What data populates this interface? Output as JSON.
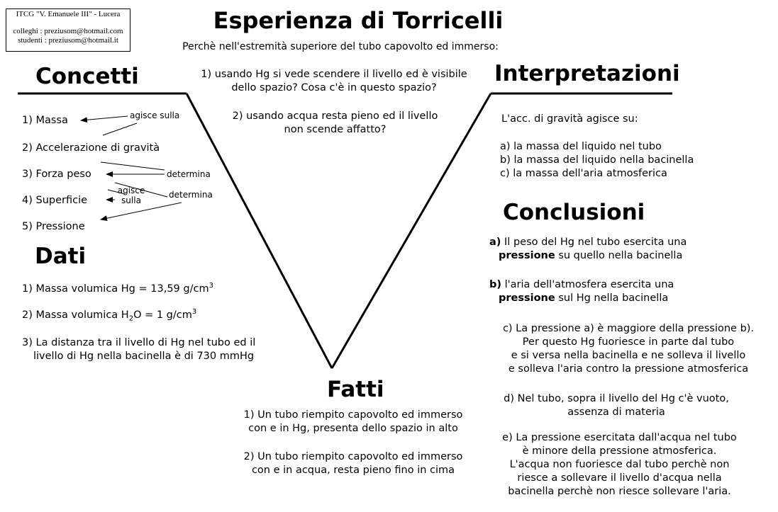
{
  "header_box": {
    "line1": "ITCG \"V. Emanuele III\" - Lucera",
    "line2": "colleghi : preziusom@hotmail.com",
    "line3": "studenti : preziusom@hotmail.it"
  },
  "title": "Esperienza di Torricelli",
  "question": "Perchè nell'estremità superiore del tubo capovolto ed immerso:",
  "questions": {
    "q1_a": "1) usando Hg si vede scendere il livello ed è visibile",
    "q1_b": "dello spazio? Cosa c'è in questo spazio?",
    "q2_a": "2) usando acqua resta pieno ed il livello",
    "q2_b": "non scende affatto?"
  },
  "concetti": {
    "title": "Concetti",
    "items": [
      "1) Massa",
      "2) Accelerazione di gravità",
      "3) Forza peso",
      "4) Superficie",
      "5) Pressione"
    ],
    "annotations": {
      "agisce_sulla_1": "agisce sulla",
      "determina_1": "determina",
      "agisce_a": "agisce",
      "sulla": "sulla",
      "determina_2": "determina"
    }
  },
  "dati": {
    "title": "Dati",
    "d1_pre": "1) Massa volumica Hg = 13,59 g/cm",
    "d1_sup": "3",
    "d2_pre": "2) Massa volumica  H",
    "d2_sub": "2",
    "d2_mid": "O = 1 g/cm",
    "d2_sup": "3",
    "d3_a": "3) La distanza tra il livello di Hg nel tubo ed il",
    "d3_b": "livello di Hg nella bacinella è di 730 mmHg"
  },
  "interpretazioni": {
    "title": "Interpretazioni",
    "intro": "L'acc. di gravità agisce su:",
    "a": "a) la  massa  del  liquido  nel tubo",
    "b": "b) la massa del liquido nella bacinella",
    "c": "c) la massa dell'aria atmosferica"
  },
  "conclusioni": {
    "title": "Conclusioni",
    "a_label": "a)",
    "a_line1": " Il peso del Hg nel tubo esercita una",
    "a_bold": "pressione",
    "a_line2": " su quello nella bacinella",
    "b_label": "b)",
    "b_line1": " l'aria dell'atmosfera esercita una",
    "b_bold": "pressione",
    "b_line2": " sul Hg nella bacinella",
    "c1": "c) La pressione a) è maggiore della pressione b).",
    "c2": "Per questo Hg fuoriesce in parte dal tubo",
    "c3": "e si versa nella bacinella e ne solleva il livello",
    "c4": "e solleva l'aria contro la pressione atmosferica",
    "d1": "d) Nel tubo, sopra il livello del Hg c'è vuoto,",
    "d2": "assenza di materia",
    "e1": "e) La pressione esercitata dall'acqua nel tubo",
    "e2": "è minore della pressione atmosferica.",
    "e3": "L'acqua non fuoriesce dal tubo perchè  non",
    "e4": "riesce a sollevare il livello d'acqua nella",
    "e5": "bacinella perchè non riesce sollevare l'aria."
  },
  "fatti": {
    "title": "Fatti",
    "f1_a": "1) Un tubo riempito capovolto ed immerso",
    "f1_b": "con e in Hg, presenta dello spazio in alto",
    "f2_a": "2) Un tubo riempito capovolto ed immerso",
    "f2_b": "con e in acqua, resta pieno fino in cima"
  }
}
